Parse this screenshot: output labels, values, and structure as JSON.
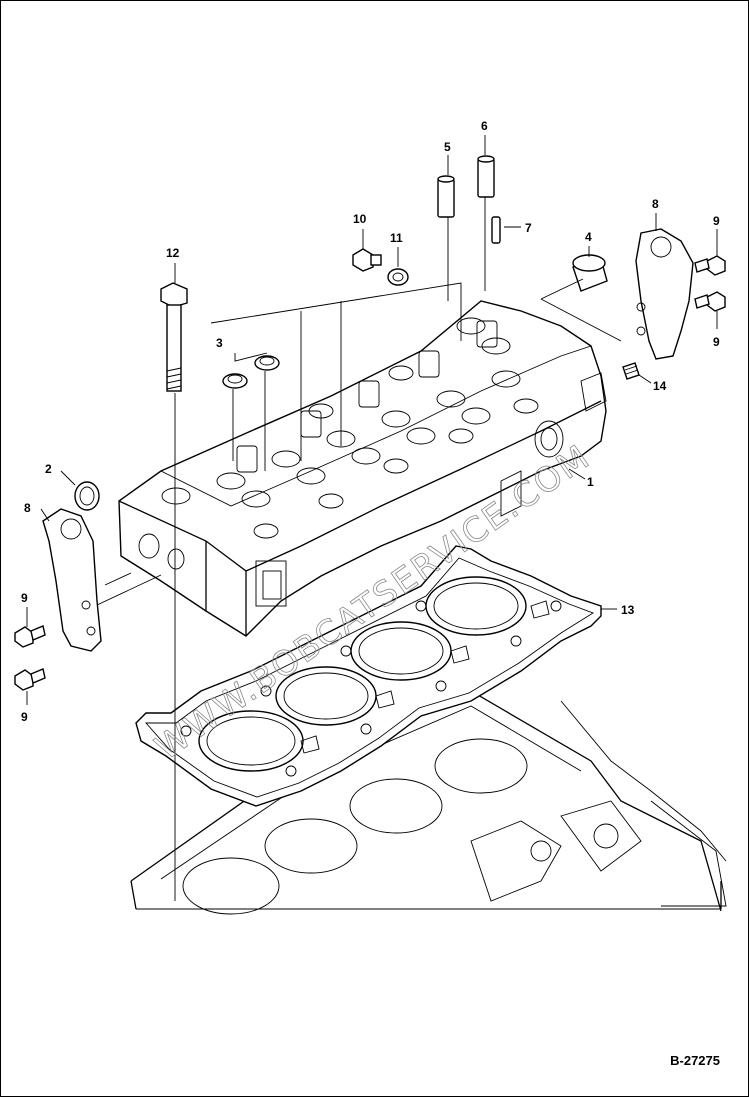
{
  "figure": {
    "reference": "B-27275",
    "watermark": "WWW.BOBCATSERVICE.COM"
  },
  "callouts": [
    {
      "id": "c1",
      "text": "1"
    },
    {
      "id": "c2",
      "text": "2"
    },
    {
      "id": "c3",
      "text": "3"
    },
    {
      "id": "c4",
      "text": "4"
    },
    {
      "id": "c5",
      "text": "5"
    },
    {
      "id": "c6",
      "text": "6"
    },
    {
      "id": "c7",
      "text": "7"
    },
    {
      "id": "c8a",
      "text": "8"
    },
    {
      "id": "c8b",
      "text": "8"
    },
    {
      "id": "c9a",
      "text": "9"
    },
    {
      "id": "c9b",
      "text": "9"
    },
    {
      "id": "c9c",
      "text": "9"
    },
    {
      "id": "c9d",
      "text": "9"
    },
    {
      "id": "c10",
      "text": "10"
    },
    {
      "id": "c11",
      "text": "11"
    },
    {
      "id": "c12",
      "text": "12"
    },
    {
      "id": "c13",
      "text": "13"
    },
    {
      "id": "c14",
      "text": "14"
    }
  ]
}
